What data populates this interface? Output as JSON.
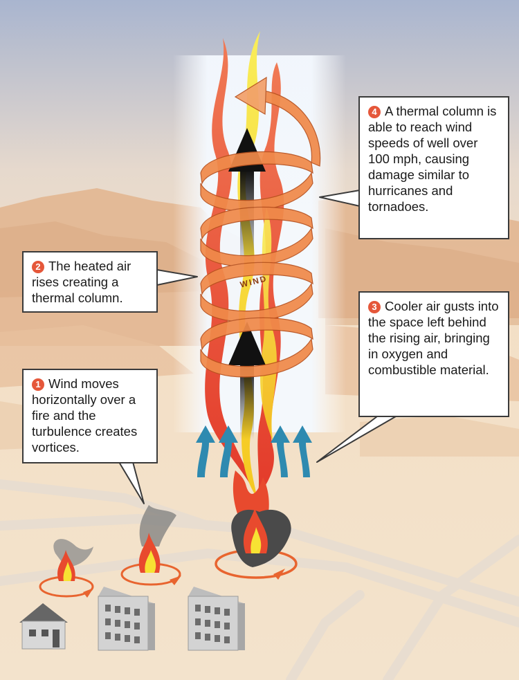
{
  "wind_label": "WIND",
  "callouts": [
    {
      "number": "1",
      "text": "Wind moves horizontally over a fire and the turbulence creates vortices."
    },
    {
      "number": "2",
      "text": "The heated air rises creating a thermal column."
    },
    {
      "number": "3",
      "text": "Cooler air gusts into the space left behind the rising air, bringing in oxygen and combustible material."
    },
    {
      "number": "4",
      "text": "A thermal column is able to reach wind speeds of well over 100 mph, causing damage similar to hurricanes and tornadoes."
    }
  ],
  "colors": {
    "sky": "#a9b5cf",
    "sand": "#f2dfc6",
    "hills": "#e0b58e",
    "flame_red": "#ea5a3c",
    "flame_yellow": "#f7e233",
    "spiral": "#f08a4a",
    "arrow_blue": "#2e8ab0",
    "callout_number": "#e5573a",
    "building": "#cfcfcf"
  }
}
